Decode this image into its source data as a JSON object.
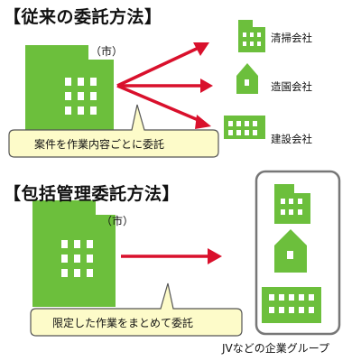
{
  "traditional": {
    "title": "【従来の委託方法】",
    "city_label": "（市）",
    "callout": "案件を作業内容ごとに委託",
    "companies": [
      {
        "name": "清掃会社",
        "icon": "tall-building-icon"
      },
      {
        "name": "造園会社",
        "icon": "house-icon"
      },
      {
        "name": "建設会社",
        "icon": "wide-building-icon"
      }
    ]
  },
  "comprehensive": {
    "title": "【包括管理委託方法】",
    "city_label": "（市）",
    "callout": "限定した作業をまとめて委託",
    "group_label": "JVなどの企業グループ"
  },
  "colors": {
    "building_green": "#6cbf3c",
    "window_white": "#ffffff",
    "arrow_red": "#d9102c",
    "callout_fill": "#fdfbc9",
    "callout_stroke": "#555555",
    "group_border": "#777777"
  }
}
